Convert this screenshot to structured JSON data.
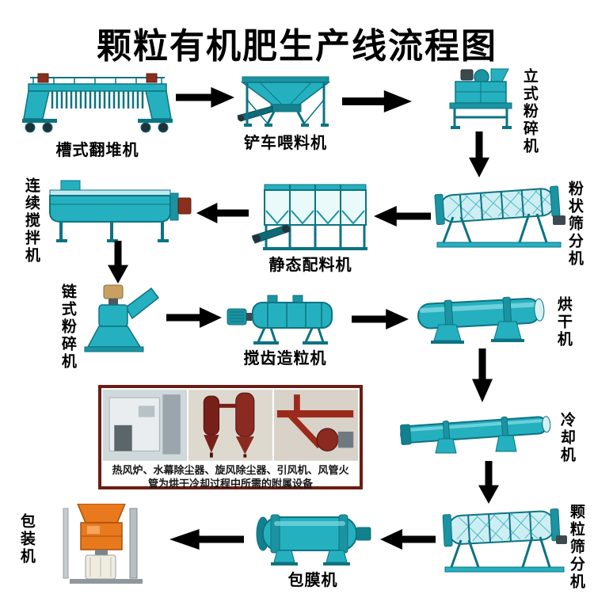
{
  "title": "颗粒有机肥生产线流程图",
  "machines": {
    "trough_turner": "槽式翻堆机",
    "loader_feeder": "铲车喂料机",
    "vertical_crusher": "立式粉碎机",
    "powder_screener": "粉状筛分机",
    "static_batcher": "静态配料机",
    "continuous_mixer": "连续搅拌机",
    "chain_crusher": "链式粉碎机",
    "tooth_granulator": "搅齿造粒机",
    "dryer": "烘干机",
    "cooler": "冷却机",
    "granule_screener": "颗粒筛分机",
    "coating_machine": "包膜机",
    "packing_machine": "包装机"
  },
  "auxiliary_caption": "热风炉、水幕除尘器、旋风除尘器、引风机、风管火管为烘干冷却过程中所需的附属设备",
  "flow_sequence": [
    "槽式翻堆机",
    "铲车喂料机",
    "立式粉碎机",
    "粉状筛分机",
    "静态配料机",
    "连续搅拌机",
    "链式粉碎机",
    "搅齿造粒机",
    "烘干机",
    "冷却机",
    "颗粒筛分机",
    "包膜机",
    "包装机"
  ],
  "colors": {
    "machine_teal": "#25b0bf",
    "machine_teal_dark": "#0c7382",
    "arrow": "#000000",
    "packing_orange": "#e8791d",
    "caption_frame": "#6b1e15",
    "caption_text": "#161616"
  }
}
